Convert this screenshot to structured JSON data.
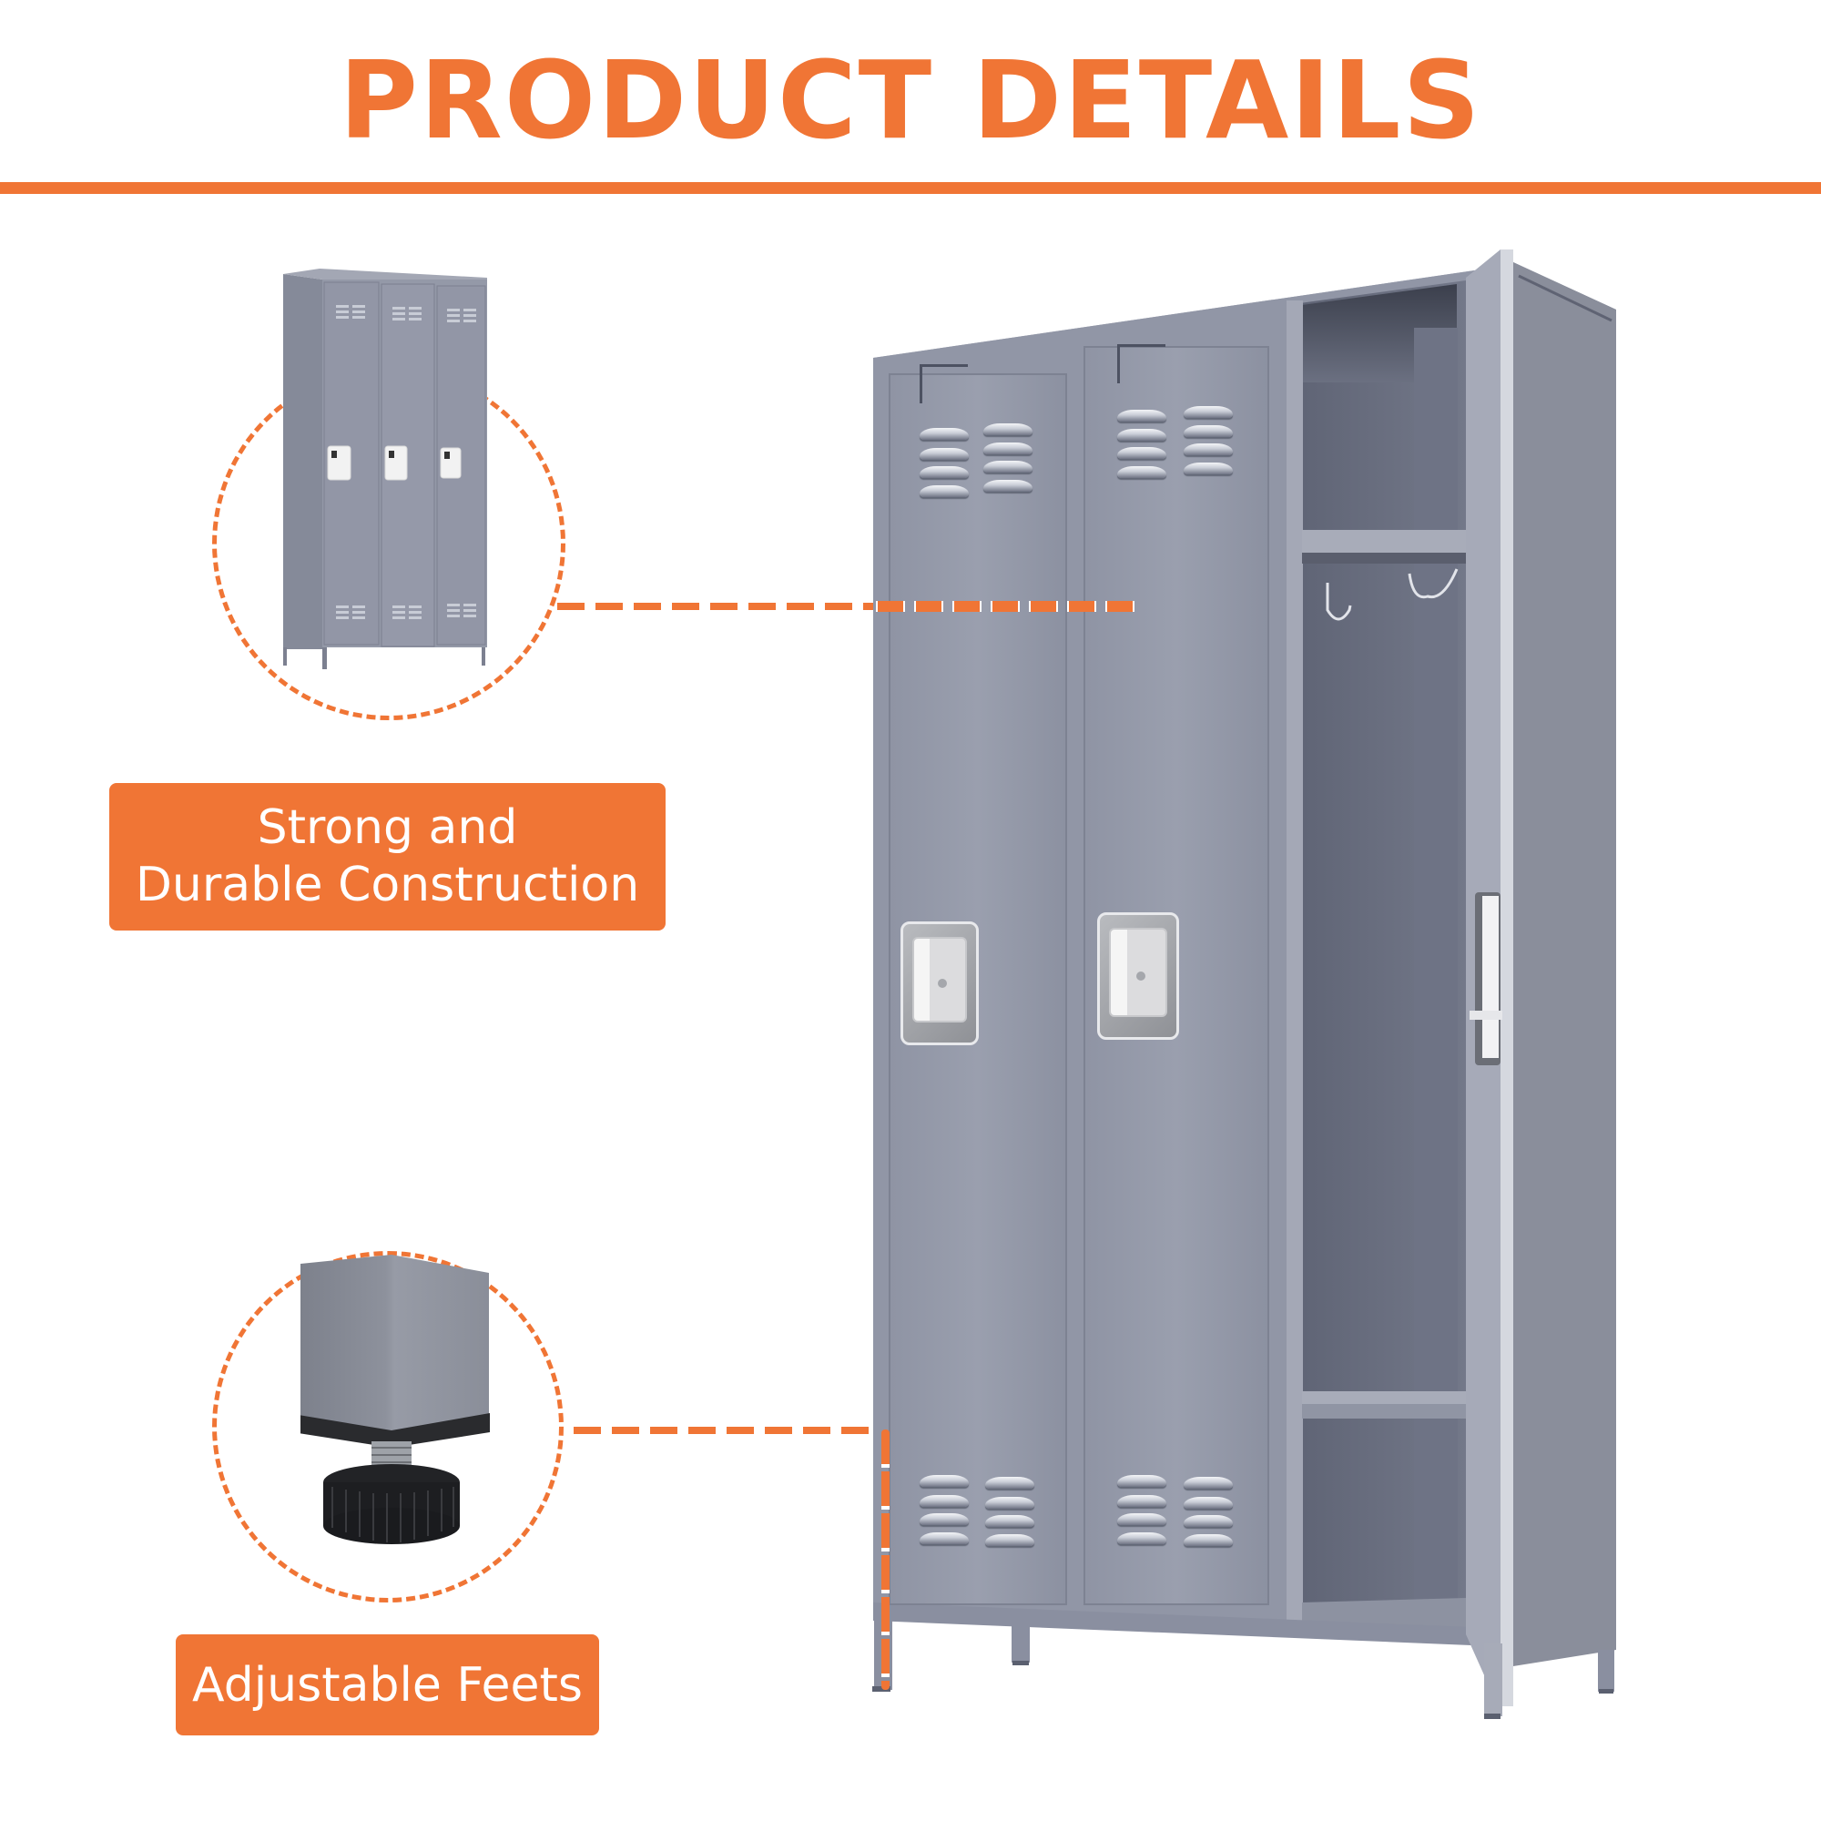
{
  "header": {
    "title": "PRODUCT DETAILS",
    "accent_color": "#f07535"
  },
  "features": [
    {
      "label_lines": [
        "Strong and",
        "Durable Construction"
      ],
      "image": "three-door-locker-thumbnail",
      "callout": "dashed-line-to-locker-body"
    },
    {
      "label_lines": [
        "Adjustable Feets"
      ],
      "image": "adjustable-leveling-foot-closeup",
      "callout": "dashed-line-to-locker-leg"
    }
  ],
  "product": {
    "name": "metal-locker-two-closed-one-open",
    "color": "#9398a8",
    "doors_closed": 2,
    "doors_open": 1
  }
}
